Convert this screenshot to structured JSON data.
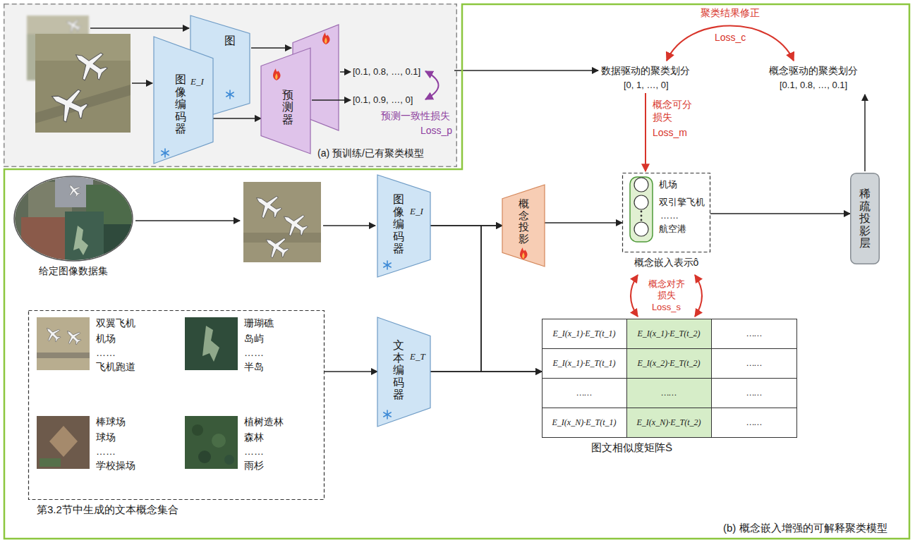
{
  "diagram": {
    "nodes": [
      {
        "text": [
          "(a) 预训练/已有聚类模型"
        ]
      },
      {
        "text": [
          "图"
        ],
        "in": 0
      },
      {
        "text": [
          "图像编码器",
          "E_I"
        ],
        "in": 0
      },
      {
        "text": [
          "预测器"
        ],
        "in": 0
      },
      {
        "text": [
          "(b) 概念嵌入增强的可解释聚类模型"
        ]
      },
      {
        "text": [
          "给定图像数据集"
        ],
        "in": 4
      },
      {
        "text": [
          "图像编码器",
          "E_I"
        ],
        "in": 4
      },
      {
        "text": [
          "概念投影"
        ],
        "in": 4
      },
      {
        "text": [
          "机场",
          "双引擎飞机",
          "……",
          "航空港",
          "概念嵌入表示ô"
        ],
        "in": 4
      },
      {
        "text": [
          "稀疏投影层"
        ],
        "in": 4
      },
      {
        "text": [
          "双翼飞机",
          "机场",
          "……",
          "飞机跑道",
          "珊瑚礁",
          "岛屿",
          "……",
          "半岛",
          "棒球场",
          "球场",
          "……",
          "学校操场",
          "植树造林",
          "森林",
          "……",
          "雨杉",
          "第3.2节中生成的文本概念集合"
        ],
        "in": 4
      },
      {
        "text": [
          "文本编码器",
          "E_T"
        ],
        "in": 4
      },
      {
        "text": [
          "图文相似度矩阵S̄"
        ],
        "in": 4
      }
    ],
    "edges": [
      {
        "from": 2,
        "to": 3,
        "arrow": "to"
      },
      {
        "from": 6,
        "to": 7,
        "arrow": "to"
      },
      {
        "from": 6,
        "to": 12,
        "arrow": "to"
      },
      {
        "from": 11,
        "to": 7,
        "arrow": "to"
      },
      {
        "from": 11,
        "to": 12,
        "arrow": "to"
      },
      {
        "from": 10,
        "to": 11,
        "arrow": "to"
      },
      {
        "from": 7,
        "to": 8,
        "arrow": "to"
      },
      {
        "from": 8,
        "to": 9,
        "arrow": "to"
      },
      {
        "from": 8,
        "to": 12,
        "label": "概念对齐损失 Loss_s",
        "arrow": "both"
      }
    ],
    "labels": [
      "[0.1, 0.8, …, 0.1]",
      "[0.1, 0.9, …, 0]",
      "预测一致性损失",
      "Loss_p",
      "聚类结果修正",
      "Loss_c",
      "数据驱动的聚类划分",
      "[0, 1, …, 0]",
      "概念驱动的聚类划分",
      "[0.1, 0.8, …, 0.1]",
      "概念可分损失",
      "Loss_m",
      "E_I(x_1)·E_T(t_1)",
      "E_I(x_1)·E_T(t_2)",
      "……",
      "E_I(x_1)·E_T(t_1)",
      "E_I(x_2)·E_T(t_2)",
      "……",
      "……",
      "……",
      "……",
      "E_I(x_N)·E_T(t_1)",
      "E_I(x_N)·E_T(t_2)",
      "……"
    ]
  }
}
